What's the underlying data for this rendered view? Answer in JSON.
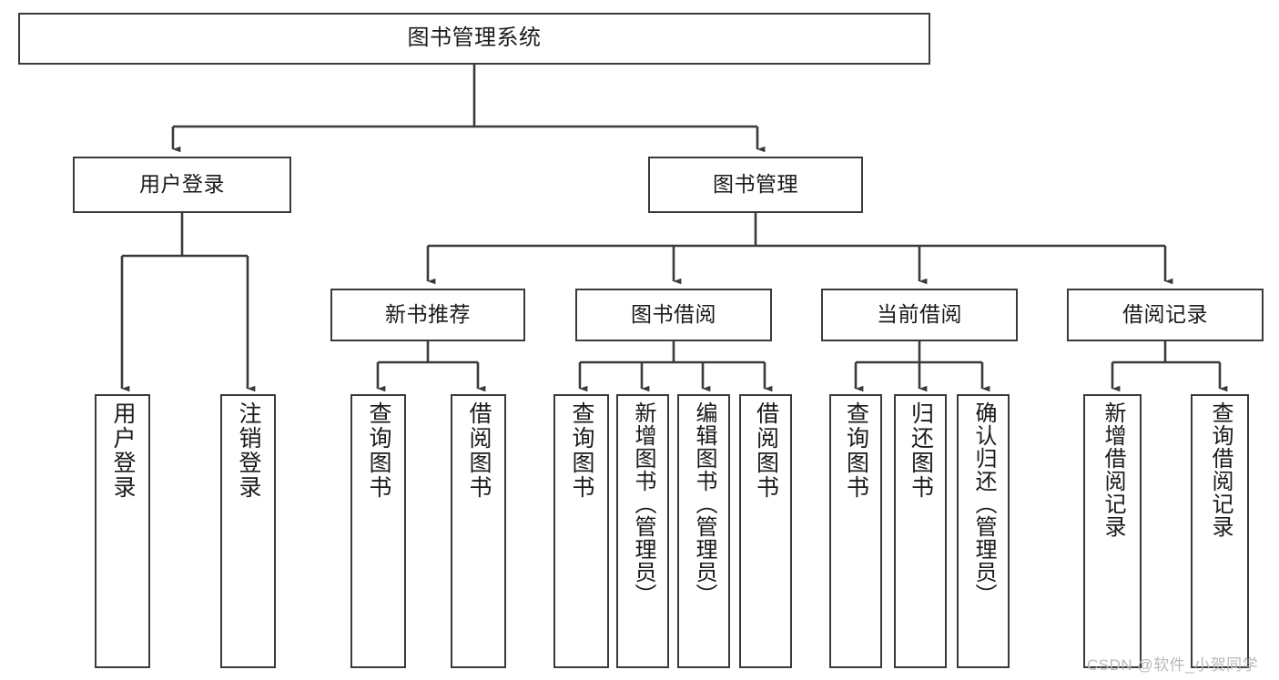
{
  "diagram": {
    "title": "图书管理系统",
    "type": "hierarchy-tree",
    "colors": {
      "stroke": "#3a3a3a",
      "fill": "#ffffff",
      "text": "#1a1a1a",
      "watermark": "#b9b9b9"
    },
    "levels": {
      "root": {
        "label": "图书管理系统"
      },
      "level2": [
        {
          "id": "user-login",
          "label": "用户登录"
        },
        {
          "id": "book-management",
          "label": "图书管理"
        }
      ],
      "level3": [
        {
          "id": "new-book-recommend",
          "label": "新书推荐",
          "parent": "book-management"
        },
        {
          "id": "book-borrow",
          "label": "图书借阅",
          "parent": "book-management"
        },
        {
          "id": "current-borrow",
          "label": "当前借阅",
          "parent": "book-management"
        },
        {
          "id": "borrow-record",
          "label": "借阅记录",
          "parent": "book-management"
        }
      ],
      "leaves": [
        {
          "id": "leaf-user-login",
          "label": "用户登录",
          "parent": "user-login"
        },
        {
          "id": "leaf-logout-login",
          "label": "注销登录",
          "parent": "user-login"
        },
        {
          "id": "leaf-query-book-1",
          "label": "查询图书",
          "parent": "new-book-recommend"
        },
        {
          "id": "leaf-borrow-book-1",
          "label": "借阅图书",
          "parent": "new-book-recommend"
        },
        {
          "id": "leaf-query-book-2",
          "label": "查询图书",
          "parent": "book-borrow"
        },
        {
          "id": "leaf-add-book",
          "label": "新增图书（管理员）",
          "parent": "book-borrow"
        },
        {
          "id": "leaf-edit-book",
          "label": "编辑图书（管理员）",
          "parent": "book-borrow"
        },
        {
          "id": "leaf-borrow-book-2",
          "label": "借阅图书",
          "parent": "book-borrow"
        },
        {
          "id": "leaf-query-book-3",
          "label": "查询图书",
          "parent": "current-borrow"
        },
        {
          "id": "leaf-return-book",
          "label": "归还图书",
          "parent": "current-borrow"
        },
        {
          "id": "leaf-confirm-return",
          "label": "确认归还（管理员）",
          "parent": "current-borrow"
        },
        {
          "id": "leaf-add-record",
          "label": "新增借阅记录",
          "parent": "borrow-record"
        },
        {
          "id": "leaf-query-record",
          "label": "查询借阅记录",
          "parent": "borrow-record"
        }
      ]
    }
  },
  "watermark": {
    "text": "CSDN @软件_小贺同学"
  }
}
